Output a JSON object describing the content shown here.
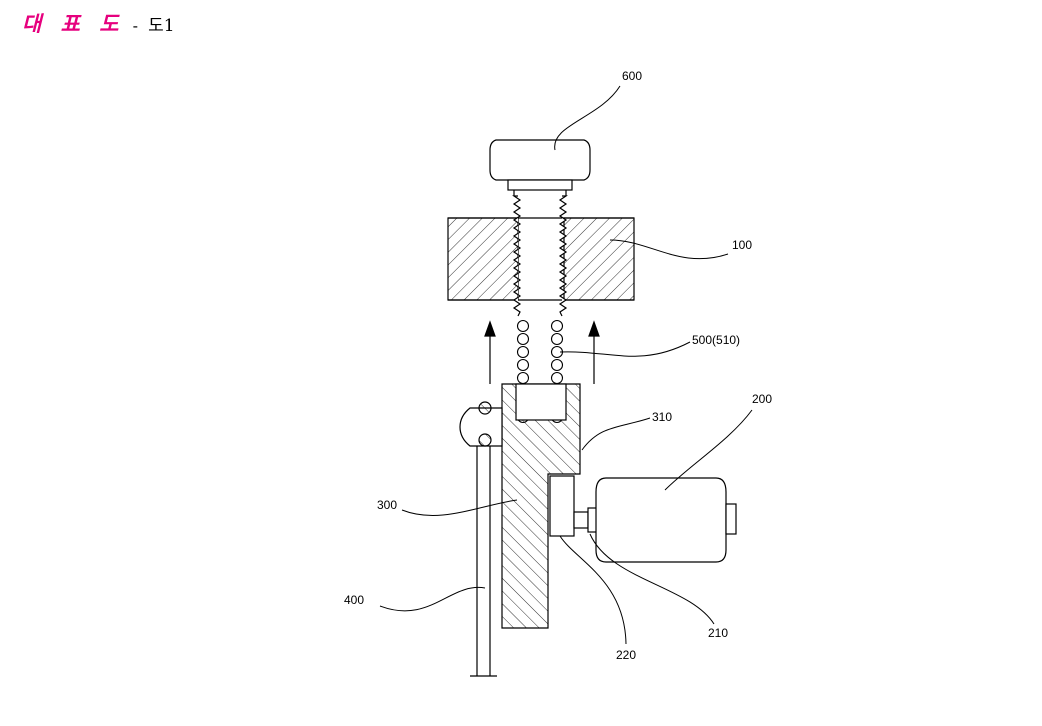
{
  "header": {
    "title": "대 표 도",
    "separator": "-",
    "figure": "도1"
  },
  "labels": {
    "l600": "600",
    "l100": "100",
    "l500": "500(510)",
    "l310": "310",
    "l200": "200",
    "l300": "300",
    "l400": "400",
    "l220": "220",
    "l210": "210"
  },
  "colors": {
    "title": "#e6007e",
    "line": "#000000"
  }
}
